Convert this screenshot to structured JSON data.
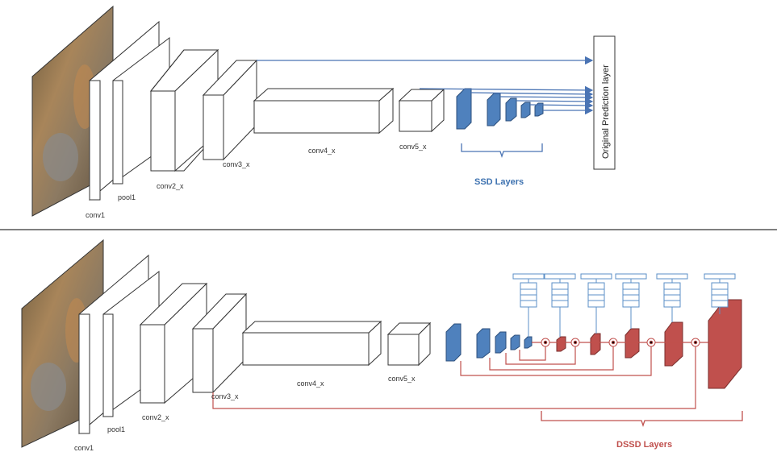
{
  "top_panel": {
    "layers": {
      "conv1": "conv1",
      "pool1": "pool1",
      "conv2": "conv2_x",
      "conv3": "conv3_x",
      "conv4": "conv4_x",
      "conv5": "conv5_x"
    },
    "ssd_label": "SSD Layers",
    "prediction_label": "Original Prediction layer"
  },
  "bottom_panel": {
    "layers": {
      "conv1": "conv1",
      "pool1": "pool1",
      "conv2": "conv2_x",
      "conv3": "conv3_x",
      "conv4": "conv4_x",
      "conv5": "conv5_x"
    },
    "dssd_label": "DSSD Layers"
  },
  "colors": {
    "ssd_blue": "#4f81bd",
    "dssd_red": "#c0504d",
    "arrow_blue": "#4a74b4",
    "divider": "#555555"
  }
}
